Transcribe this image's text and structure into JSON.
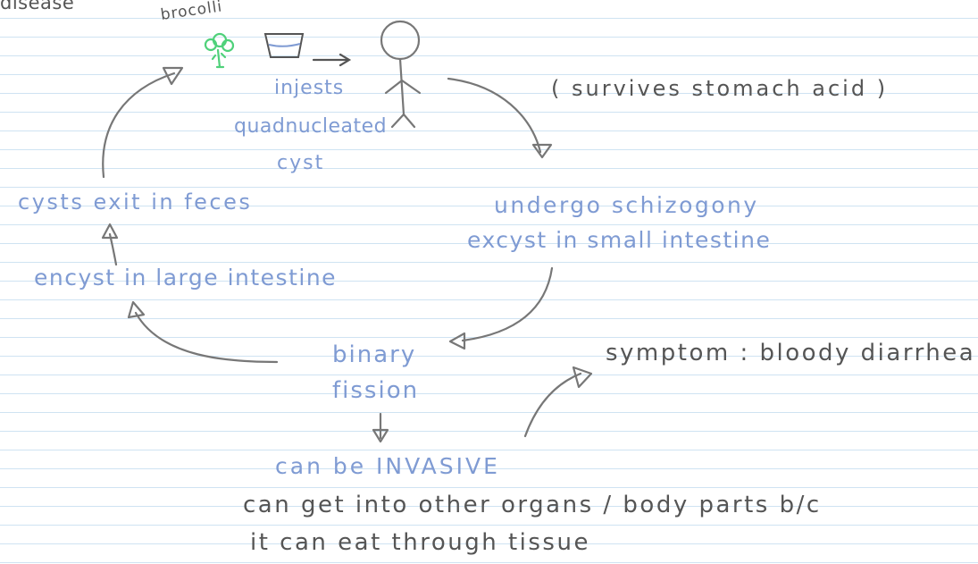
{
  "title": "disease",
  "labels": {
    "brocolli": "brocolli",
    "ingests": "injests",
    "quadnucleated": "quadnucleated",
    "cyst": "cyst",
    "survives": "( survives stomach acid )",
    "cysts_exit": "cysts exit in feces",
    "schizogony": "undergo schizogony",
    "excyst": "excyst in small intestine",
    "encyst": "encyst in large intestine",
    "binary": "binary",
    "fission": "fission",
    "symptom": "symptom : bloody diarrhea",
    "invasive": "can be INVASIVE",
    "organs": "can get into other organs / body parts b/c",
    "tissue": "it can eat through tissue"
  },
  "colors": {
    "ink_blue": "#7f9bd3",
    "ink_dark": "#555555",
    "ink_gray": "#777777",
    "broccoli_green": "#4fd17a",
    "rule_line": "#cfe3f2"
  },
  "icons": [
    "broccoli-icon",
    "water-cup-icon",
    "stick-figure-icon"
  ]
}
